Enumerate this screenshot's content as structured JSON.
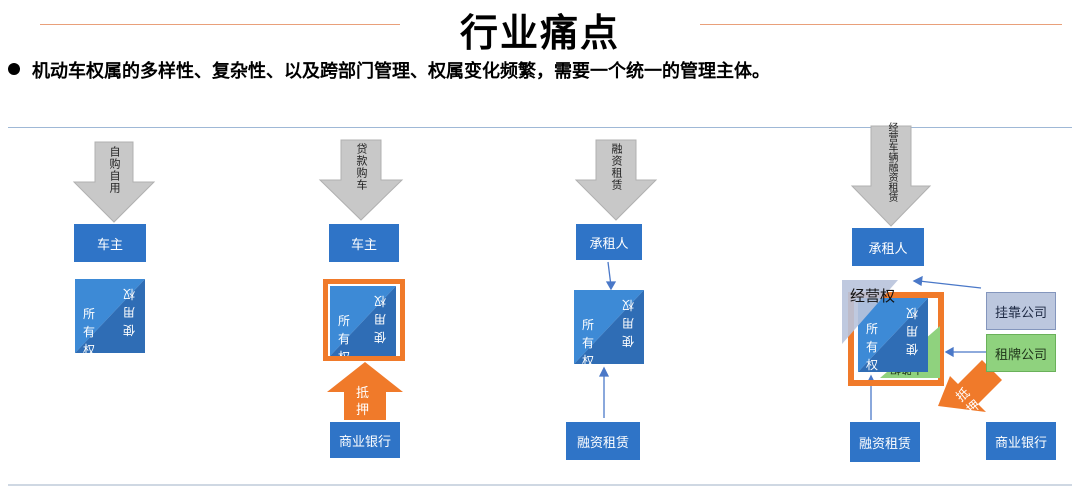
{
  "title": "行业痛点",
  "bullet": "机动车权属的多样性、复杂性、以及跨部门管理、权属变化频繁，需要一个统一的管理主体。",
  "colors": {
    "accent_blue": "#2f74c7",
    "orange": "#f07a2a",
    "gray_arrow": "#c9c9c9",
    "green": "#8fd27e"
  },
  "panels": [
    {
      "arrow_text": "自购自用",
      "owner": "车主",
      "own_label": "所有权",
      "use_label": "使用权"
    },
    {
      "arrow_text": "贷款购车",
      "owner": "车主",
      "own_label": "所有权",
      "use_label": "使用权",
      "pledge": "抵押",
      "bank": "商业银行"
    },
    {
      "arrow_text": "融资租赁",
      "owner": "承租人",
      "own_label": "所有权",
      "use_label": "使用权",
      "lessor": "融资租赁"
    },
    {
      "arrow_text": "经营车辆融资租赁",
      "owner": "承租人",
      "op_right": "经营权",
      "own_label": "所有权",
      "use_label": "使用权",
      "plate_right": "上路权",
      "affil_company": "挂靠公司",
      "rent_plate_company": "租牌公司",
      "lessor": "融资租赁",
      "pledge": "抵押",
      "bank": "商业银行"
    }
  ]
}
